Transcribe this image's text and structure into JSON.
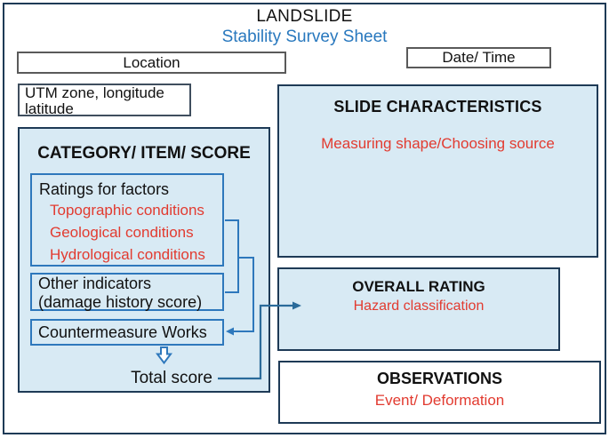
{
  "colors": {
    "navy": "#1e3a56",
    "panel": "#d8eaf4",
    "line": "#2e78bc",
    "score-path": "#2a6b9a",
    "red": "#e23b30",
    "subtitle": "#2878be"
  },
  "header": {
    "title": "LANDSLIDE",
    "subtitle": "Stability Survey Sheet"
  },
  "fields": {
    "location": "Location",
    "date_time": "Date/ Time",
    "utm": "UTM zone, longitude latitude"
  },
  "category_panel": {
    "title": "CATEGORY/ ITEM/ SCORE",
    "ratings": {
      "title": "Ratings for factors",
      "items": [
        "Topographic conditions",
        "Geological conditions",
        "Hydrological conditions"
      ]
    },
    "other_indicators": "Other indicators (damage history score)",
    "countermeasure": "Countermeasure Works",
    "total_score": "Total score"
  },
  "slide_characteristics": {
    "title": "SLIDE CHARACTERISTICS",
    "note": "Measuring shape/Choosing source"
  },
  "overall_rating": {
    "title": "OVERALL RATING",
    "note": "Hazard classification"
  },
  "observations": {
    "title": "OBSERVATIONS",
    "note": "Event/ Deformation"
  }
}
